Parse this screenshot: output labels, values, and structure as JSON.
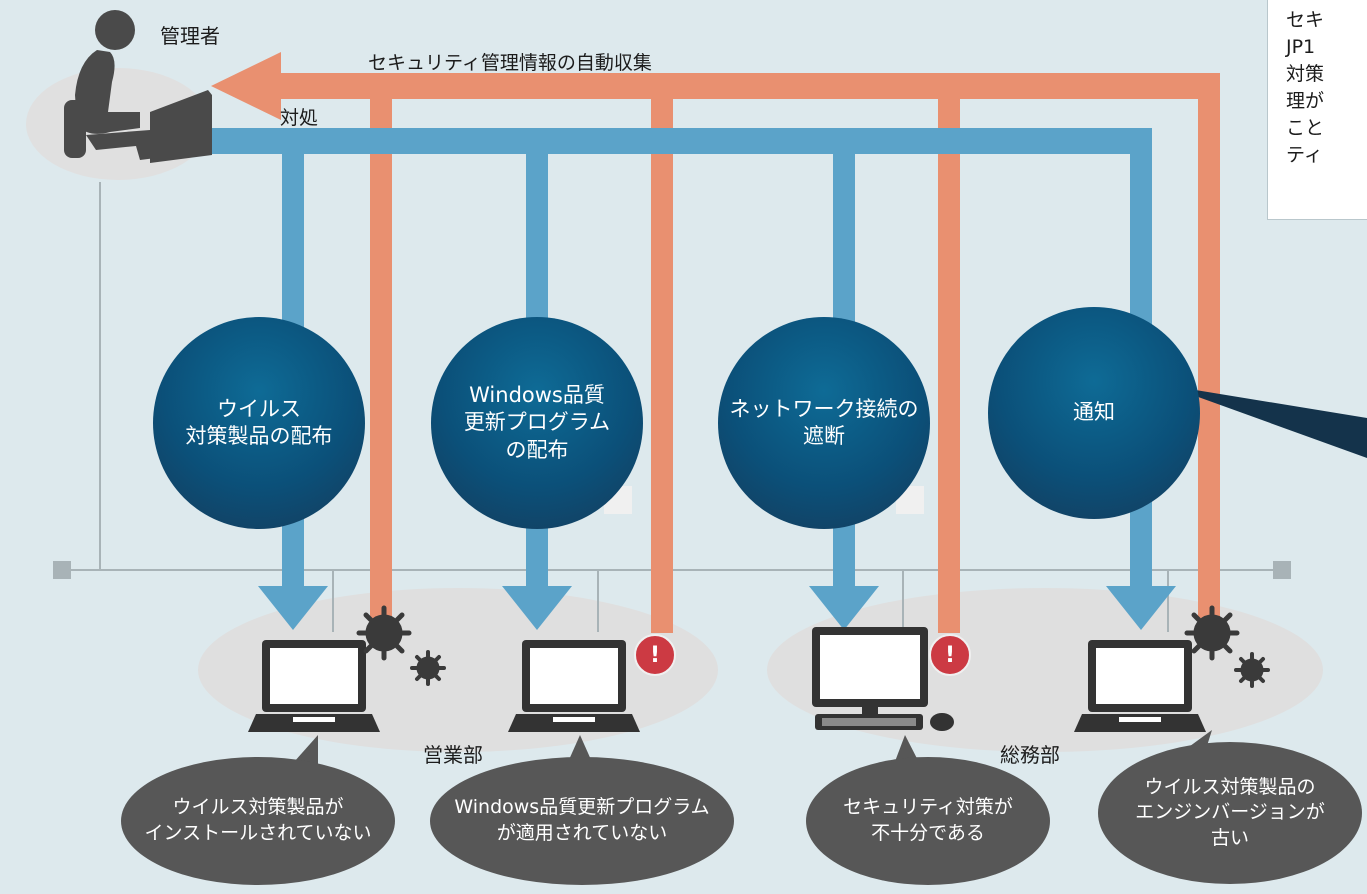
{
  "labels": {
    "admin": "管理者",
    "collect": "セキュリティ管理情報の自動収集",
    "respond": "対処",
    "sales": "営業部",
    "general": "総務部"
  },
  "actions": [
    "ウイルス\n対策製品の配布",
    "Windows品質\n更新プログラム\nの配布",
    "ネットワーク接続の\n遮断",
    "通知"
  ],
  "issues": [
    "ウイルス対策製品が\nインストールされていない",
    "Windows品質更新プログラム\nが適用されていない",
    "セキュリティ対策が\n不十分である",
    "ウイルス対策製品の\nエンジンバージョンが\n古い"
  ],
  "callout_lines": [
    "セキ",
    "JP1",
    "対策",
    "理が",
    "こと",
    "ティ"
  ],
  "alert_symbol": "!",
  "colors": {
    "background": "#dde9ed",
    "collect_arrow": "#e99070",
    "respond_arrow": "#5ba3c9",
    "node_circle": "#0b5079",
    "issue_bubble": "#575757",
    "alert_badge": "#cc3a43",
    "network_line": "#a8b3b7",
    "department_zone": "#dfdfdf"
  },
  "icons": [
    "admin-person-icon",
    "laptop-icon",
    "desktop-icon",
    "virus-icon",
    "alert-icon"
  ]
}
